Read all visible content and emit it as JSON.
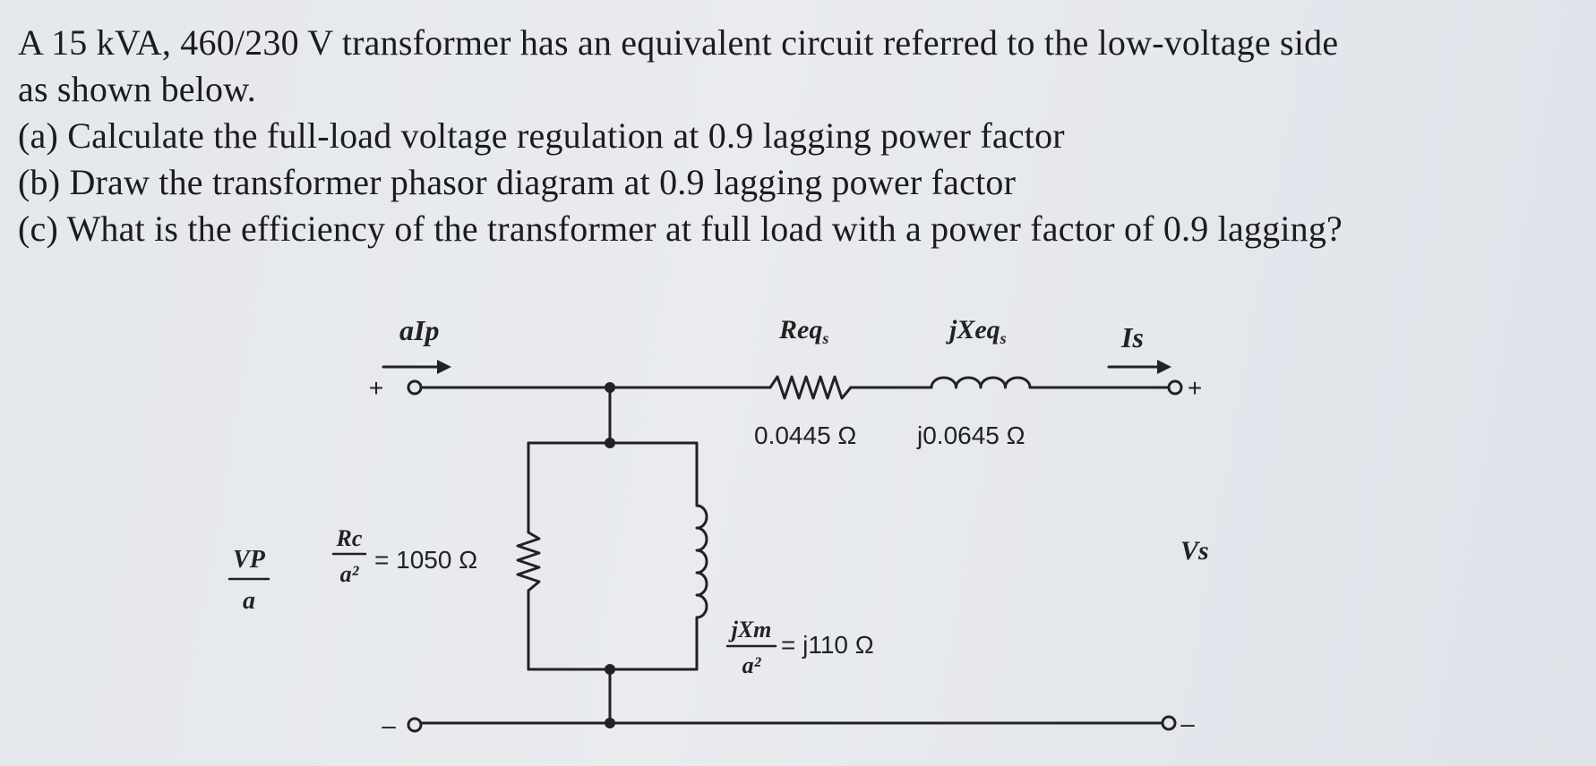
{
  "problem": {
    "intro_line1": "A 15 kVA, 460/230 V transformer has an equivalent circuit referred to the low-voltage side",
    "intro_line2": "as shown below.",
    "part_a": "(a) Calculate the full-load voltage regulation at 0.9 lagging power factor",
    "part_b": "(b) Draw the transformer phasor diagram at 0.9 lagging power factor",
    "part_c": "(c) What is the efficiency of the transformer at full load with a power factor of 0.9 lagging?"
  },
  "circuit": {
    "primary_current": "aIp",
    "plus_left": "+",
    "minus_left": "–",
    "plus_right": "+",
    "minus_right": "–",
    "primary_voltage_num": "VP",
    "primary_voltage_den": "a",
    "rc_label_num": "Rc",
    "rc_label_den": "a²",
    "rc_value": "= 1050 Ω",
    "xm_label_num": "jXm",
    "xm_label_den": "a²",
    "xm_value": "= j110 Ω",
    "req_label": "Req",
    "req_sub": "s",
    "req_value": "0.0445 Ω",
    "xeq_label": "jXeq",
    "xeq_sub": "s",
    "xeq_value": "j0.0645 Ω",
    "secondary_current": "Is",
    "secondary_voltage": "Vs"
  }
}
